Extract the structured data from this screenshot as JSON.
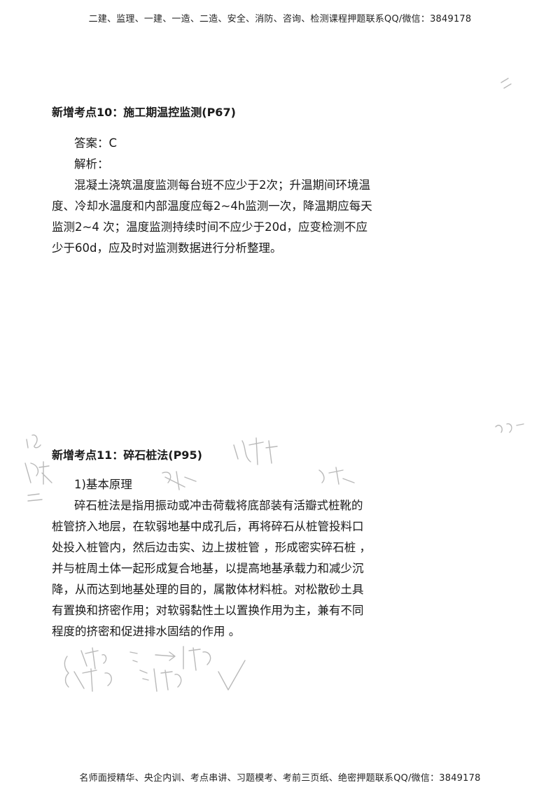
{
  "header": {
    "text": "二建、监理、一建、一造、二造、安全、消防、咨询、检测课程押题联系QQ/微信：3849178"
  },
  "sections": [
    {
      "title": "新增考点10：施工期温控监测(P67)",
      "lines": [
        "答案：C",
        "解析：",
        "混凝土浇筑温度监测每台班不应少于2次；升温期间环境温",
        "度、冷却水温度和内部温度应每2~4h监测一次，降温期应每天",
        "监测2~4 次；温度监测持续时间不应少于20d，应变检测不应",
        "少于60d，应及时对监测数据进行分析整理。"
      ]
    },
    {
      "title": "新增考点11：碎石桩法(P95)",
      "lines": [
        "1)基本原理",
        "碎石桩法是指用振动或冲击荷载将底部装有活瓣式桩靴的",
        "桩管挤入地层，在软弱地基中成孔后，再将碎石从桩管投料口",
        "处投入桩管内，然后边击实、边上拔桩管 ，形成密实碎石桩 ，",
        "并与桩周土体一起形成复合地基，以提高地基承载力和减少沉",
        "降，从而达到地基处理的目的，属散体材料桩。对松散砂土具",
        "有置换和挤密作用；对软弱黏性土以置换作用为主，兼有不同",
        "程度的挤密和促进排水固结的作用 。"
      ]
    }
  ],
  "footer": {
    "text": "名师面授精华、央企内训、考点串讲、习题模考、考前三页纸、绝密押题联系QQ/微信：3849178"
  },
  "colors": {
    "text": "#1a1a1a",
    "handwriting": "#9a9a9a"
  }
}
